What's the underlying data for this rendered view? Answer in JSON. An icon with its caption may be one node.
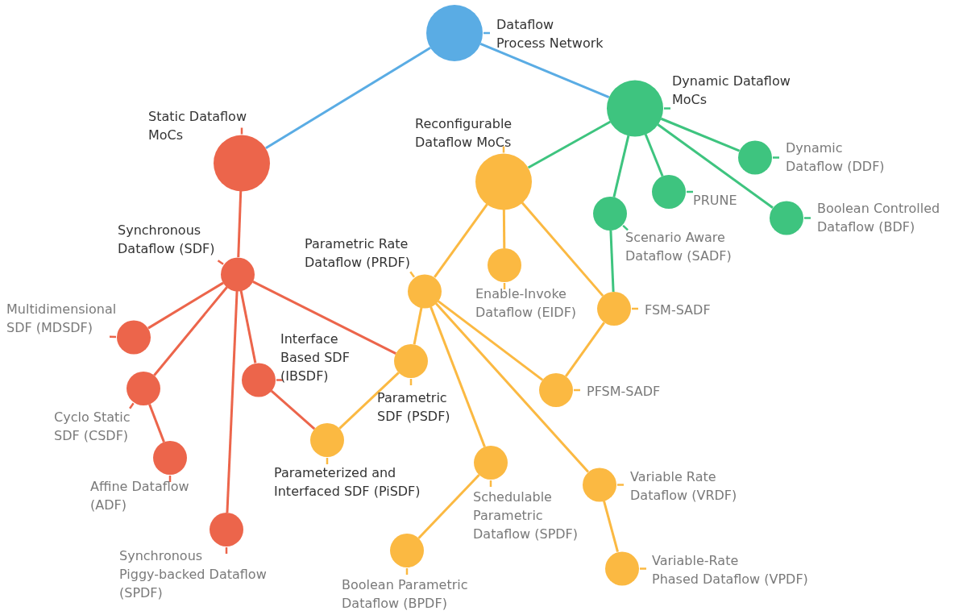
{
  "diagram": {
    "nodes": [
      {
        "text": [
          "Dataflow Process Network"
        ]
      },
      {
        "text": [
          "Static Dataflow MoCs"
        ]
      },
      {
        "text": [
          "Dynamic Dataflow MoCs"
        ]
      },
      {
        "text": [
          "Reconfigurable Dataflow MoCs"
        ]
      },
      {
        "text": [
          "Synchronous Dataflow (SDF)"
        ]
      },
      {
        "text": [
          "Multidimensional SDF (MDSDF)"
        ]
      },
      {
        "text": [
          "Cyclo Static SDF (CSDF)"
        ]
      },
      {
        "text": [
          "Affine Dataflow (ADF)"
        ]
      },
      {
        "text": [
          "Synchronous Piggy-backed Dataflow (SPDF)"
        ]
      },
      {
        "text": [
          "Interface Based SDF (IBSDF)"
        ]
      },
      {
        "text": [
          "Parametric Rate Dataflow (PRDF)"
        ]
      },
      {
        "text": [
          "Enable-Invoke Dataflow (EIDF)"
        ]
      },
      {
        "text": [
          "Parametric SDF (PSDF)"
        ]
      },
      {
        "text": [
          "Parameterized and Interfaced SDF (PiSDF)"
        ]
      },
      {
        "text": [
          "PFSM-SADF"
        ]
      },
      {
        "text": [
          "Schedulable Parametric Dataflow (SPDF)"
        ]
      },
      {
        "text": [
          "Boolean Parametric Dataflow (BPDF)"
        ]
      },
      {
        "text": [
          "Variable Rate Dataflow (VRDF)"
        ]
      },
      {
        "text": [
          "Variable-Rate Phased Dataflow (VPDF)"
        ]
      },
      {
        "text": [
          "FSM-SADF"
        ]
      },
      {
        "text": [
          "Scenario Aware Dataflow (SADF)"
        ]
      },
      {
        "text": [
          "PRUNE"
        ]
      },
      {
        "text": [
          "Dynamic Dataflow (DDF)"
        ]
      },
      {
        "text": [
          "Boolean Controlled Dataflow (BDF)"
        ]
      }
    ],
    "edges": [
      {
        "from": 0,
        "to": 1,
        "arrow": "none",
        "color": "#5aace4"
      },
      {
        "from": 0,
        "to": 2,
        "arrow": "none",
        "color": "#5aace4"
      },
      {
        "from": 1,
        "to": 4,
        "arrow": "none",
        "color": "#ec654b"
      },
      {
        "from": 4,
        "to": 5,
        "arrow": "none",
        "color": "#ec654b"
      },
      {
        "from": 4,
        "to": 6,
        "arrow": "none",
        "color": "#ec654b"
      },
      {
        "from": 6,
        "to": 7,
        "arrow": "none",
        "color": "#ec654b"
      },
      {
        "from": 4,
        "to": 8,
        "arrow": "none",
        "color": "#ec654b"
      },
      {
        "from": 4,
        "to": 9,
        "arrow": "none",
        "color": "#ec654b"
      },
      {
        "from": 4,
        "to": 12,
        "arrow": "none",
        "color": "#ec654b"
      },
      {
        "from": 9,
        "to": 13,
        "arrow": "none",
        "color": "#ec654b"
      },
      {
        "from": 2,
        "to": 3,
        "arrow": "none",
        "color": "#3ec47f"
      },
      {
        "from": 2,
        "to": 20,
        "arrow": "none",
        "color": "#3ec47f"
      },
      {
        "from": 2,
        "to": 21,
        "arrow": "none",
        "color": "#3ec47f"
      },
      {
        "from": 2,
        "to": 22,
        "arrow": "none",
        "color": "#3ec47f"
      },
      {
        "from": 2,
        "to": 23,
        "arrow": "none",
        "color": "#3ec47f"
      },
      {
        "from": 20,
        "to": 19,
        "arrow": "none",
        "color": "#3ec47f"
      },
      {
        "from": 3,
        "to": 10,
        "arrow": "none"
      },
      {
        "from": 3,
        "to": 11,
        "arrow": "none"
      },
      {
        "from": 3,
        "to": 19,
        "arrow": "none"
      },
      {
        "from": 10,
        "to": 12,
        "arrow": "none"
      },
      {
        "from": 10,
        "to": 14,
        "arrow": "none"
      },
      {
        "from": 10,
        "to": 15,
        "arrow": "none"
      },
      {
        "from": 10,
        "to": 17,
        "arrow": "none"
      },
      {
        "from": 12,
        "to": 13,
        "arrow": "none"
      },
      {
        "from": 15,
        "to": 16,
        "arrow": "none"
      },
      {
        "from": 17,
        "to": 18,
        "arrow": "none"
      },
      {
        "from": 19,
        "to": 14,
        "arrow": "none"
      }
    ]
  }
}
